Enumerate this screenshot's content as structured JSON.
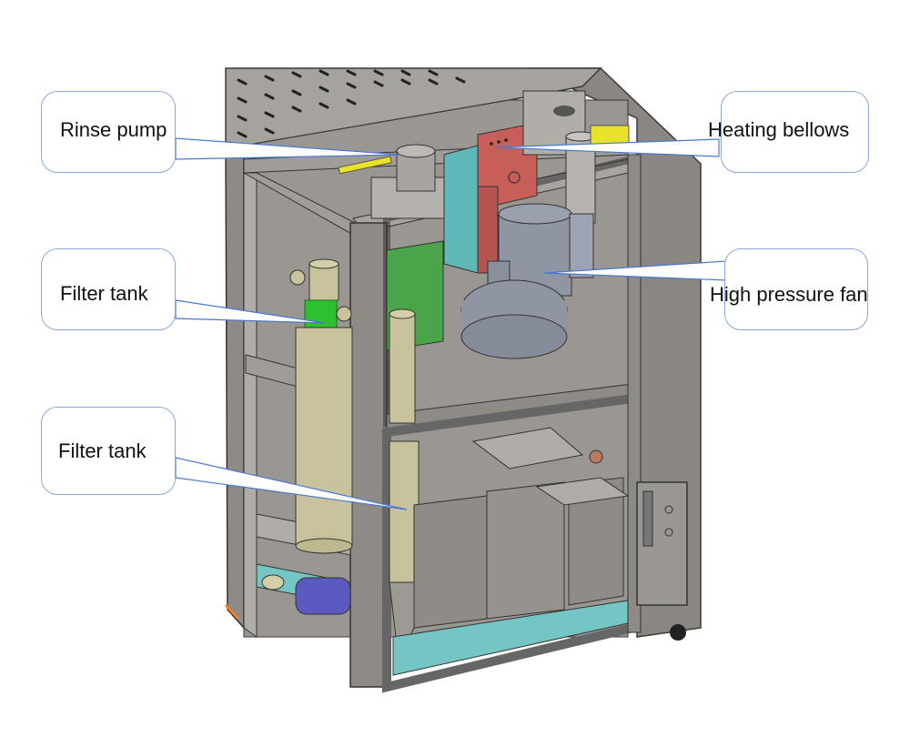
{
  "diagram": {
    "subject": "Cutaway 3D CAD view of cleaning machine cabinet",
    "colors": {
      "frame": "#8e8b86",
      "frame_dark": "#6f6c68",
      "panel_bg": "#a9a6a1",
      "top_plate": "#a6a39e",
      "rinse_pump": "#b5b2ad",
      "heating_bellows": "#c85e58",
      "heating_side": "#5fb8b8",
      "yellow_part": "#e8e22a",
      "high_pressure_fan": "#8f95a3",
      "green_box": "#4aa54a",
      "filter_tank_green": "#2fc02f",
      "filter_tank_body": "#c8c39c",
      "base_tray": "#74c6c4",
      "motor": "#5a5ac0",
      "water_tank": "#96928d",
      "callout_border": "#8aa8d8",
      "leader_line": "#4a78d0"
    },
    "callouts": [
      {
        "id": "rinse-pump",
        "label": "Rinse pump"
      },
      {
        "id": "heating-bellows",
        "label": "Heating bellows"
      },
      {
        "id": "filter-tank-upper",
        "label": "Filter tank"
      },
      {
        "id": "high-pressure-fan",
        "label": "High pressure fan"
      },
      {
        "id": "filter-tank-lower",
        "label": "Filter tank"
      }
    ]
  }
}
